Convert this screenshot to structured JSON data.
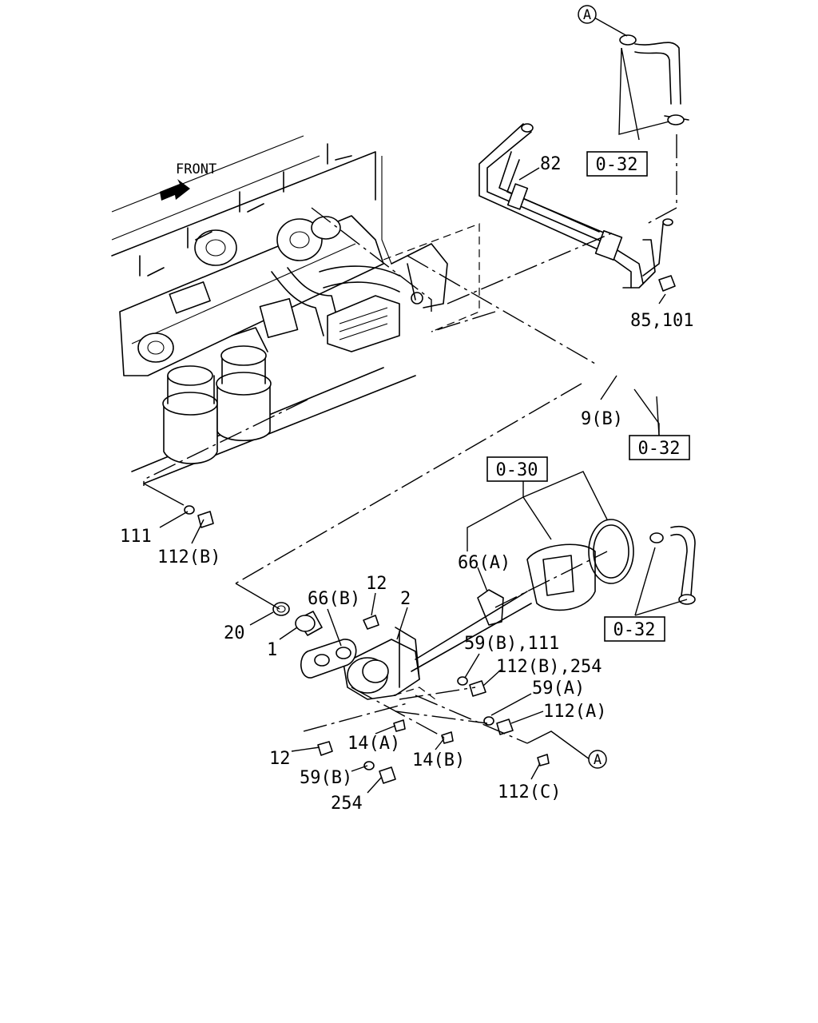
{
  "front_label": "FRONT",
  "callouts": {
    "a_top": "A",
    "a_bottom": "A"
  },
  "boxed_refs": {
    "ref_top": "0-32",
    "ref_mid": "0-32",
    "ref_030": "0-30",
    "ref_right": "0-32"
  },
  "labels": {
    "p82": "82",
    "p85_101": "85,101",
    "p9b": "9(B)",
    "p111": "111",
    "p112b_left": "112(B)",
    "p66a": "66(A)",
    "p12_top": "12",
    "p2": "2",
    "p66b": "66(B)",
    "p20": "20",
    "p1": "1",
    "p59b_111": "59(B),111",
    "p112b_254": "112(B),254",
    "p59a": "59(A)",
    "p112a": "112(A)",
    "p14a": "14(A)",
    "p14b": "14(B)",
    "p12_bottom": "12",
    "p59b": "59(B)",
    "p254": "254",
    "p112c": "112(C)"
  }
}
